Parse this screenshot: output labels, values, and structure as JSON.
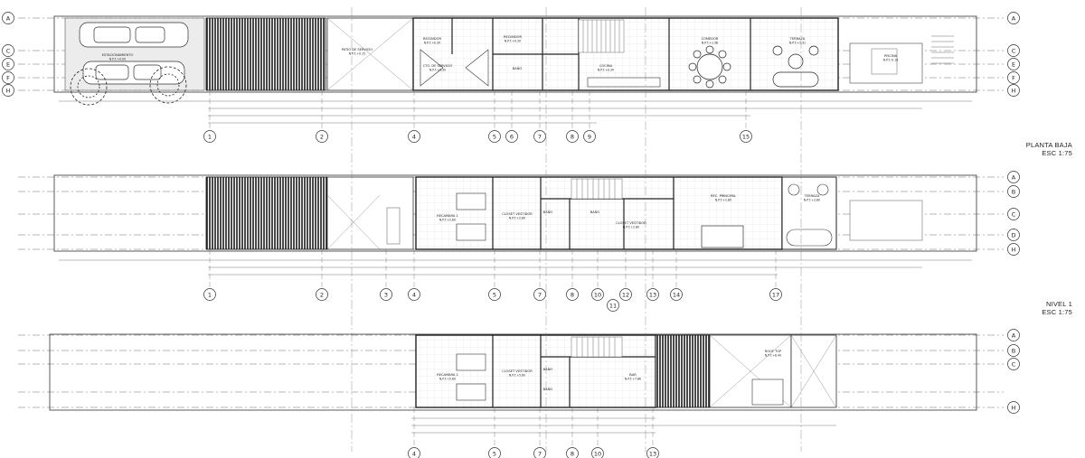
{
  "floors": [
    {
      "id": "planta-baja",
      "title": "PLANTA BAJA",
      "scale": "ESC 1:75",
      "rooms": [
        {
          "name": "ESTACIONAMIENTO",
          "level": "N.P.T.+0.00"
        },
        {
          "name": "PATIO DE SERVICIO",
          "level": "N.P.T.+0.15"
        },
        {
          "name": "RECIBIDOR",
          "level": "N.P.T.+0.30"
        },
        {
          "name": "RECIBIDOR",
          "level": "N.P.T.+0.30"
        },
        {
          "name": "CTO. DE SERVICIO",
          "level": "N.P.T.+0.30"
        },
        {
          "name": "BAÑO",
          "level": ""
        },
        {
          "name": "COCINA",
          "level": "N.P.T.+0.30"
        },
        {
          "name": "COMEDOR",
          "level": "N.P.T.+1.38"
        },
        {
          "name": "TERRAZA",
          "level": "N.P.T.+1.31"
        },
        {
          "name": "PISCINA",
          "level": "N.P.T.-0.18"
        }
      ],
      "top_axes": [
        "A",
        "C",
        "E",
        "F",
        "H"
      ],
      "right_axes": [
        "A",
        "C",
        "E",
        "F",
        "H"
      ],
      "bottom_axes": [
        "1",
        "2",
        "4",
        "5",
        "6",
        "7",
        "8",
        "9",
        "15"
      ]
    },
    {
      "id": "nivel-1",
      "title": "NIVEL 1",
      "scale": "ESC 1:75",
      "rooms": [
        {
          "name": "RECAMARA 1",
          "level": "N.P.T.+2.80"
        },
        {
          "name": "CLOSET VESTIDOR",
          "level": "N.P.T.+2.80"
        },
        {
          "name": "BAÑO",
          "level": ""
        },
        {
          "name": "BAÑO",
          "level": ""
        },
        {
          "name": "CLOSET VESTIDOR",
          "level": "N.P.T.+2.80"
        },
        {
          "name": "REC. PRINCIPAL",
          "level": "N.P.T.+2.80"
        },
        {
          "name": "TERRAZA",
          "level": "N.P.T.+2.80"
        }
      ],
      "right_axes": [
        "A",
        "B",
        "C",
        "D",
        "H"
      ],
      "bottom_axes": [
        "1",
        "2",
        "3",
        "4",
        "5",
        "7",
        "8",
        "10",
        "12",
        "13",
        "14",
        "17",
        "11"
      ]
    },
    {
      "id": "nivel-2",
      "title": "",
      "scale": "",
      "rooms": [
        {
          "name": "RECAMARA 2",
          "level": "N.P.T.+5.60"
        },
        {
          "name": "CLOSET VESTIDOR",
          "level": "N.P.T.+5.60"
        },
        {
          "name": "BAÑO",
          "level": ""
        },
        {
          "name": "BAÑO",
          "level": ""
        },
        {
          "name": "BAR",
          "level": "N.P.T.+7.86"
        },
        {
          "name": "ROOF TOP",
          "level": "N.P.T.+8.40"
        }
      ],
      "right_axes": [
        "A",
        "B",
        "C",
        "H"
      ],
      "bottom_axes": [
        "4",
        "5",
        "7",
        "8",
        "10",
        "13"
      ]
    }
  ],
  "colors": {
    "line": "#3a3a3a",
    "hatch": "#1c1c1c",
    "light": "#8a8a8a"
  }
}
